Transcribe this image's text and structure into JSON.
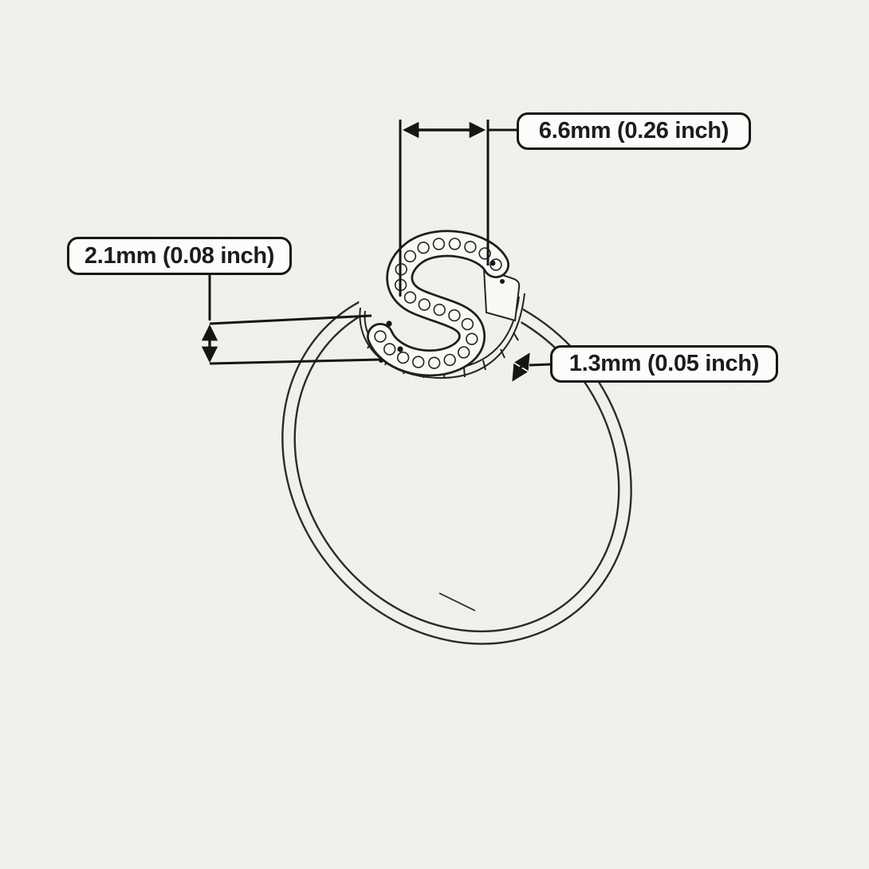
{
  "illustration": {
    "subject": "initial-letter-s-pave-diamond-ring-technical-sketch",
    "background_color": "#f2f1ec",
    "line_color": "#1f1f1f",
    "accent_color": "#161616"
  },
  "annotations": {
    "width": {
      "label": "6.6mm (0.26 inch)"
    },
    "height": {
      "label": "2.1mm (0.08 inch)"
    },
    "band": {
      "label": "1.3mm (0.05 inch)"
    }
  }
}
